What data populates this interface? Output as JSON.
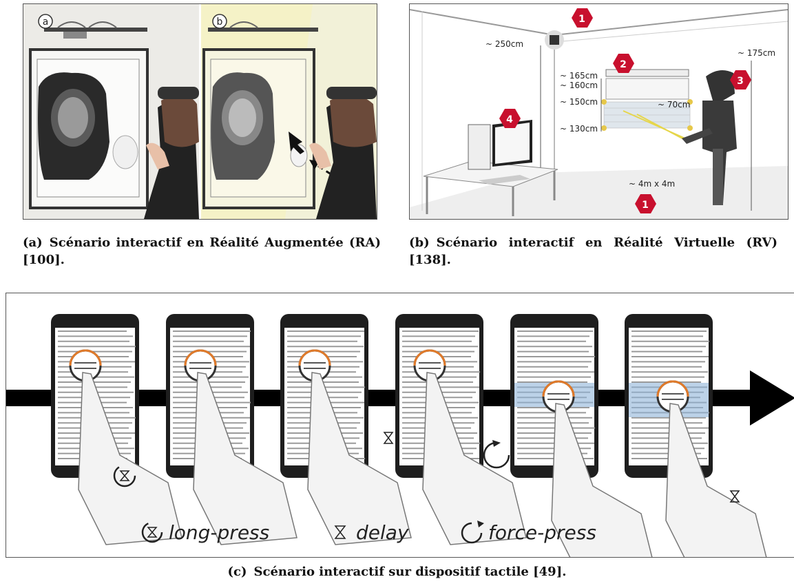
{
  "figure": {
    "panel_a": {
      "photo_labels": [
        "a",
        "b"
      ],
      "caption_label": "(a)",
      "caption_text": "Scénario interactif en Réalité Augmentée (RA) [100]."
    },
    "panel_b": {
      "caption_label": "(b)",
      "caption_text": "Scénario interactif en Réalité Virtuelle (RV) [138].",
      "badges": [
        "1",
        "2",
        "3",
        "4",
        "1"
      ],
      "dimensions": {
        "wall_height": "~ 250cm",
        "person_height": "~ 175cm",
        "h165": "~ 165cm",
        "h160": "~ 160cm",
        "h150": "~ 150cm",
        "h130": "~ 130cm",
        "distance": "~ 70cm",
        "room": "~ 4m x 4m"
      }
    },
    "panel_c": {
      "caption_label": "(c)",
      "caption_text": "Scénario interactif sur dispositif tactile [49].",
      "legend": {
        "long_press": "long-press",
        "delay": "delay",
        "force_press": "force-press"
      }
    }
  },
  "colors": {
    "badge_red": "#c8102e",
    "highlight_blue": "#8fb4d8",
    "arrow_black": "#000000"
  }
}
